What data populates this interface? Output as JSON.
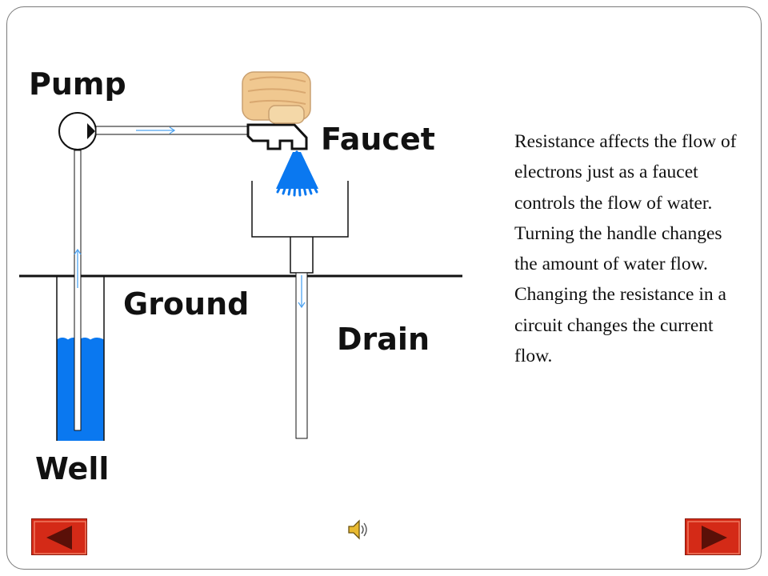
{
  "labels": {
    "pump": "Pump",
    "faucet": "Faucet",
    "ground": "Ground",
    "drain": "Drain",
    "well": "Well"
  },
  "caption": "Resistance affects the flow of electrons just as a faucet controls the flow of water. Turning the handle changes the amount of water flow. Changing the resistance in a circuit changes the current flow.",
  "colors": {
    "water": "#0a78f0",
    "flow_arrow": "#4fa3f0",
    "nav_button": "#d42a17",
    "hand": "#f0c890"
  },
  "icons": {
    "prev": "triangle-left-icon",
    "next": "triangle-right-icon",
    "sound": "speaker-icon"
  }
}
